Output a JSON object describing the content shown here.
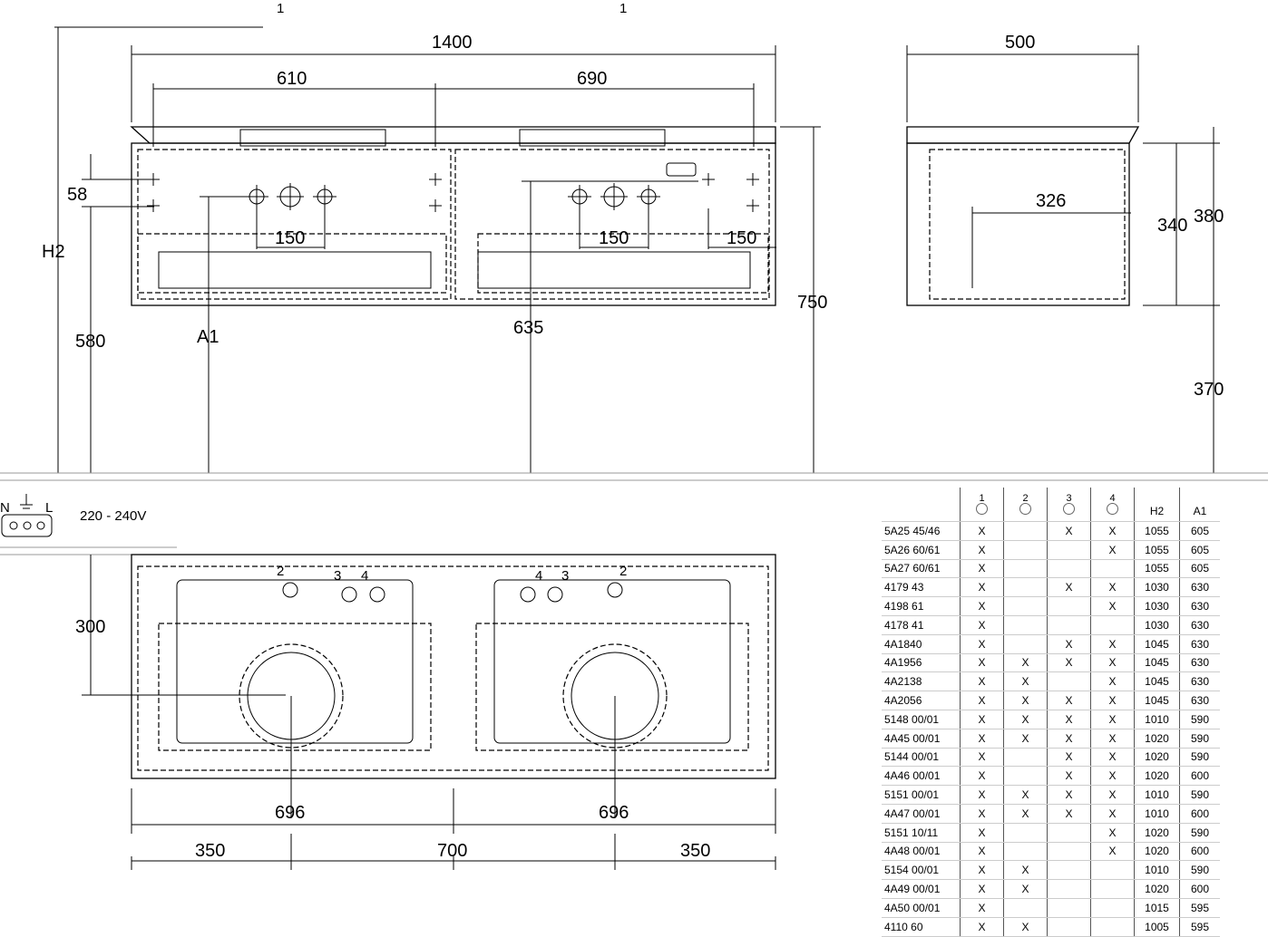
{
  "front_view": {
    "connection_label_left": "1",
    "connection_label_right": "1",
    "overall_width": "1400",
    "left_offset": "610",
    "right_offset": "690",
    "vertical_spacing": "58",
    "tap_spacing_left": "150",
    "tap_spacing_middle": "150",
    "tap_spacing_right": "150",
    "total_height_label": "H2",
    "height_580": "580",
    "a1_label": "A1",
    "height_635": "635",
    "height_750": "750"
  },
  "side_view": {
    "depth": "500",
    "inner_depth": "326",
    "inner_height": "340",
    "cabinet_height": "380",
    "floor_clearance": "370"
  },
  "electrical": {
    "n_label": "N",
    "l_label": "L",
    "voltage": "220 - 240V"
  },
  "plan_view": {
    "depth_300": "300",
    "left_callout_2": "2",
    "left_callout_3": "3",
    "left_callout_4": "4",
    "right_callout_4": "4",
    "right_callout_3": "3",
    "right_callout_2": "2",
    "basin_width_left": "696",
    "basin_width_right": "696",
    "edge_left": "350",
    "center_distance": "700",
    "edge_right": "350"
  },
  "table": {
    "headers": [
      "",
      "1",
      "2",
      "3",
      "4",
      "H2",
      "A1"
    ],
    "rows": [
      [
        "5A25 45/46",
        "X",
        "",
        "X",
        "X",
        "1055",
        "605"
      ],
      [
        "5A26 60/61",
        "X",
        "",
        "",
        "X",
        "1055",
        "605"
      ],
      [
        "5A27 60/61",
        "X",
        "",
        "",
        "",
        "1055",
        "605"
      ],
      [
        "4179 43",
        "X",
        "",
        "X",
        "X",
        "1030",
        "630"
      ],
      [
        "4198 61",
        "X",
        "",
        "",
        "X",
        "1030",
        "630"
      ],
      [
        "4178 41",
        "X",
        "",
        "",
        "",
        "1030",
        "630"
      ],
      [
        "4A1840",
        "X",
        "",
        "X",
        "X",
        "1045",
        "630"
      ],
      [
        "4A1956",
        "X",
        "X",
        "X",
        "X",
        "1045",
        "630"
      ],
      [
        "4A2138",
        "X",
        "X",
        "",
        "X",
        "1045",
        "630"
      ],
      [
        "4A2056",
        "X",
        "X",
        "X",
        "X",
        "1045",
        "630"
      ],
      [
        "5148 00/01",
        "X",
        "X",
        "X",
        "X",
        "1010",
        "590"
      ],
      [
        "4A45 00/01",
        "X",
        "X",
        "X",
        "X",
        "1020",
        "590"
      ],
      [
        "5144 00/01",
        "X",
        "",
        "X",
        "X",
        "1020",
        "590"
      ],
      [
        "4A46 00/01",
        "X",
        "",
        "X",
        "X",
        "1020",
        "600"
      ],
      [
        "5151 00/01",
        "X",
        "X",
        "X",
        "X",
        "1010",
        "590"
      ],
      [
        "4A47 00/01",
        "X",
        "X",
        "X",
        "X",
        "1010",
        "600"
      ],
      [
        "5151 10/11",
        "X",
        "",
        "",
        "X",
        "1020",
        "590"
      ],
      [
        "4A48 00/01",
        "X",
        "",
        "",
        "X",
        "1020",
        "600"
      ],
      [
        "5154 00/01",
        "X",
        "X",
        "",
        "",
        "1010",
        "590"
      ],
      [
        "4A49 00/01",
        "X",
        "X",
        "",
        "",
        "1020",
        "600"
      ],
      [
        "4A50 00/01",
        "X",
        "",
        "",
        "",
        "1015",
        "595"
      ],
      [
        "4110 60",
        "X",
        "X",
        "",
        "",
        "1005",
        "595"
      ]
    ]
  }
}
